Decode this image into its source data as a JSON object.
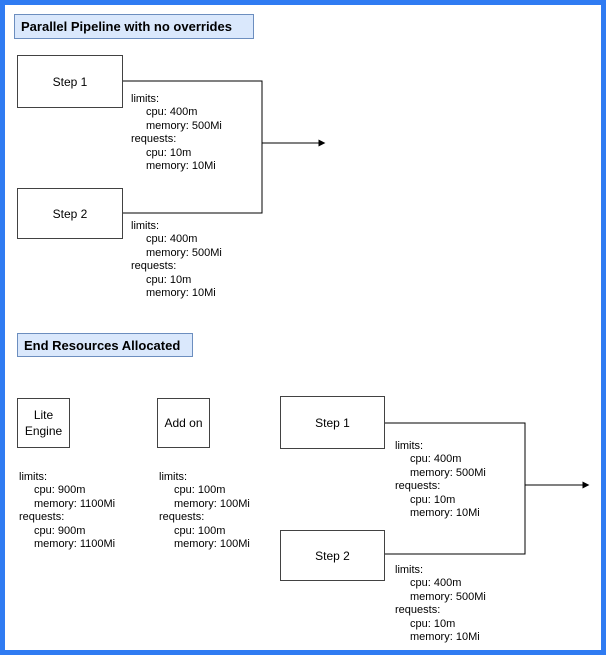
{
  "colors": {
    "page_border": "#2f7bf2",
    "title_fill": "#dae8fc",
    "title_border": "#6c8ebf",
    "node_border": "#424242",
    "connector": "#000000"
  },
  "section1": {
    "title": "Parallel Pipeline with no overrides",
    "step1": {
      "label": "Step 1",
      "res": [
        "limits:",
        "cpu: 400m",
        "memory: 500Mi",
        "requests:",
        "cpu: 10m",
        "memory: 10Mi"
      ]
    },
    "step2": {
      "label": "Step 2",
      "res": [
        "limits:",
        "cpu: 400m",
        "memory: 500Mi",
        "requests:",
        "cpu: 10m",
        "memory: 10Mi"
      ]
    }
  },
  "section2": {
    "title": "End Resources Allocated",
    "lite_engine": {
      "label_line1": "Lite",
      "label_line2": "Engine",
      "res": [
        "limits:",
        "cpu: 900m",
        "memory: 1100Mi",
        "requests:",
        "cpu: 900m",
        "memory: 1100Mi"
      ]
    },
    "add_on": {
      "label": "Add on",
      "res": [
        "limits:",
        "cpu: 100m",
        "memory: 100Mi",
        "requests:",
        "cpu: 100m",
        "memory: 100Mi"
      ]
    },
    "step1": {
      "label": "Step 1",
      "res": [
        "limits:",
        "cpu: 400m",
        "memory: 500Mi",
        "requests:",
        "cpu: 10m",
        "memory: 10Mi"
      ]
    },
    "step2": {
      "label": "Step 2",
      "res": [
        "limits:",
        "cpu: 400m",
        "memory: 500Mi",
        "requests:",
        "cpu: 10m",
        "memory: 10Mi"
      ]
    }
  }
}
